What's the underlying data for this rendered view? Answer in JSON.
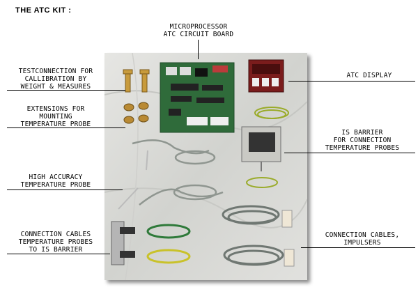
{
  "page": {
    "title": "THE ATC KIT :"
  },
  "labels": {
    "microprocessor": [
      "MICROPROCESSOR",
      "ATC CIRCUIT BOARD"
    ],
    "testconnection": [
      "TESTCONNECTION FOR",
      "CALLIBRATION BY",
      "WEIGHT & MEASURES"
    ],
    "extensions": [
      "EXTENSIONS FOR",
      "MOUNTING",
      "TEMPERATURE PROBE"
    ],
    "high_accuracy": [
      "HIGH ACCURACY",
      "TEMPERATURE PROBE"
    ],
    "connection_probes": [
      "CONNECTION CABLES",
      "TEMPERATURE PROBES",
      "TO IS BARRIER"
    ],
    "atc_display": [
      "ATC DISPLAY"
    ],
    "is_barrier": [
      "IS BARRIER",
      "FOR CONNECTION",
      "TEMPERATURE PROBES"
    ],
    "connection_impulsers": [
      "CONNECTION CABLES,",
      "IMPULSERS"
    ]
  },
  "colors": {
    "background": "#ffffff",
    "marble": "#d9d9d6",
    "board_green": "#2f6b3a",
    "cable_gray": "#8f9690",
    "cable_green_yellow": "#9aab2a",
    "brass": "#c89b3c",
    "display_red": "#8a1e1e"
  }
}
